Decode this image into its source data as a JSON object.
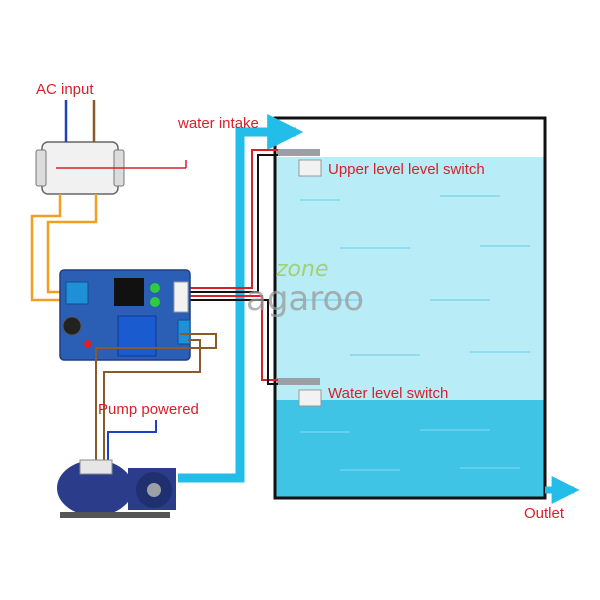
{
  "labels": {
    "ac_input": "AC input",
    "water_intake": "water intake",
    "upper_switch": "Upper level level switch",
    "lower_switch": "Water level switch",
    "pump_powered": "Pump powered",
    "outlet": "Outlet"
  },
  "watermark": {
    "line1": "zone",
    "line2": "agaroo"
  },
  "colors": {
    "label_red": "#d8202a",
    "water_light": "#b8ecf6",
    "water_deep": "#3fc4e6",
    "pipe_blue": "#22bde8",
    "tank_outline": "#111111",
    "wire_orange": "#f0a020",
    "wire_brown": "#8a5a2b",
    "wire_blue": "#2040c0",
    "board_blue": "#2b5fb5",
    "watermark_green": "#9bc84a",
    "watermark_gray": "#9a9a9a"
  },
  "icons": [
    "float-switch-icon",
    "relay-board-icon",
    "pump-icon",
    "power-connector-icon"
  ]
}
